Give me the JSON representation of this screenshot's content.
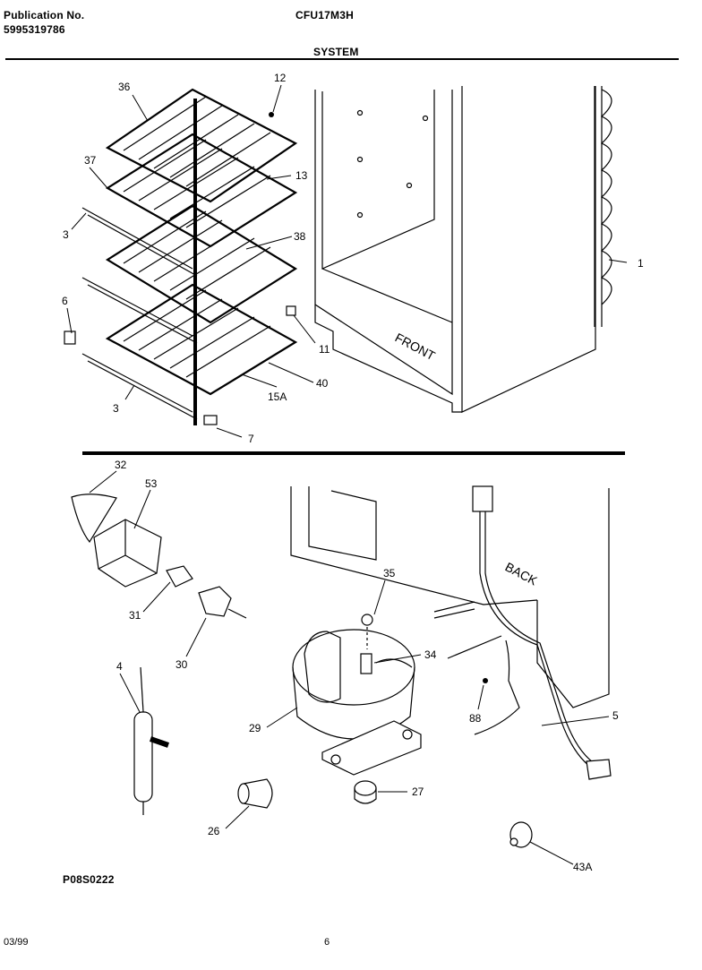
{
  "header": {
    "publication_label": "Publication No.",
    "publication_number": "5995319786",
    "model": "CFU17M3H",
    "section": "SYSTEM"
  },
  "footer": {
    "date": "03/99",
    "page": "6",
    "drawing_id": "P08S0222"
  },
  "labels": {
    "front": "FRONT",
    "back": "BACK"
  },
  "callouts": [
    "36",
    "12",
    "37",
    "13",
    "3",
    "38",
    "1",
    "6",
    "11",
    "3",
    "40",
    "15A",
    "7",
    "32",
    "53",
    "35",
    "31",
    "34",
    "30",
    "4",
    "88",
    "5",
    "29",
    "27",
    "26",
    "43A"
  ]
}
